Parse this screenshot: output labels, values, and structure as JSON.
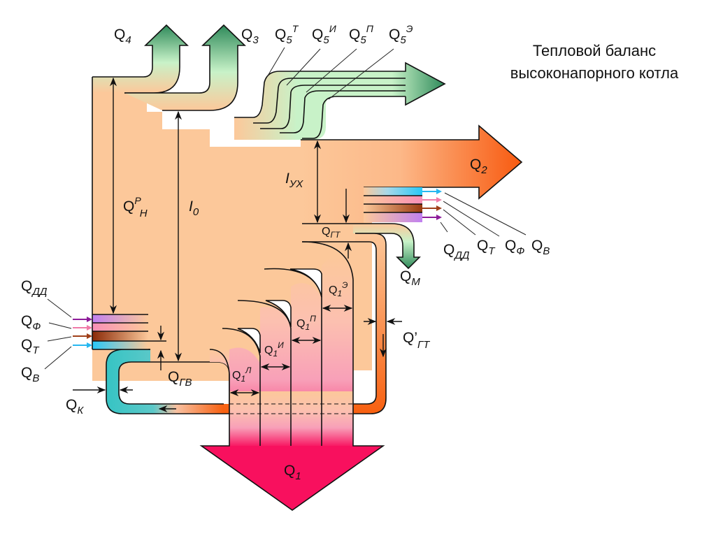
{
  "title": {
    "line1": "Тепловой баланс",
    "line2": "высоконапорного котла"
  },
  "colors": {
    "fuel_body": "#fcc89a",
    "loss_green_dark": "#2f8a5a",
    "loss_green_light": "#c8f2c8",
    "flue_orange": "#f86a1e",
    "useful_pink": "#f8105e",
    "gas_turbine_orange": "#f97a2a",
    "air_cyan": "#36c4c4",
    "stream_ddd": "#8e1c9a",
    "stream_f": "#f07aa8",
    "stream_t": "#a0401a",
    "stream_v": "#28b8f0"
  },
  "labels": {
    "Q4": {
      "main": "Q",
      "sub": "4"
    },
    "Q3": {
      "main": "Q",
      "sub": "3"
    },
    "Q5T": {
      "main": "Q",
      "sub": "5",
      "sup": "Т"
    },
    "Q5I": {
      "main": "Q",
      "sub": "5",
      "sup": "И"
    },
    "Q5P": {
      "main": "Q",
      "sub": "5",
      "sup": "П"
    },
    "Q5E": {
      "main": "Q",
      "sub": "5",
      "sup": "Э"
    },
    "Q2": {
      "main": "Q",
      "sub": "2"
    },
    "IUX": {
      "main": "I",
      "sub": "УХ"
    },
    "QPH": {
      "main": "Q",
      "sup": "Р",
      "sub": "Н"
    },
    "I0": {
      "main": "I",
      "sub": "0"
    },
    "QGT": {
      "main": "Q",
      "sub": "ГТ"
    },
    "QM": {
      "main": "Q",
      "sub": "М"
    },
    "QDD_right": {
      "main": "Q",
      "sub": "ДД"
    },
    "QT_right": {
      "main": "Q",
      "sub": "Т"
    },
    "QF_right": {
      "main": "Q",
      "sub": "Ф"
    },
    "QV_right": {
      "main": "Q",
      "sub": "В"
    },
    "QDD_left": {
      "main": "Q",
      "sub": "ДД"
    },
    "QF_left": {
      "main": "Q",
      "sub": "Ф"
    },
    "QT_left": {
      "main": "Q",
      "sub": "Т"
    },
    "QV_left": {
      "main": "Q",
      "sub": "В"
    },
    "QK": {
      "main": "Q",
      "sub": "К"
    },
    "QGV": {
      "main": "Q",
      "sub": "ГВ"
    },
    "Q1L": {
      "main": "Q",
      "sub": "1",
      "sup": "Л"
    },
    "Q1I": {
      "main": "Q",
      "sub": "1",
      "sup": "И"
    },
    "Q1P": {
      "main": "Q",
      "sub": "1",
      "sup": "П"
    },
    "Q1E": {
      "main": "Q",
      "sub": "1",
      "sup": "Э"
    },
    "QpGT": {
      "main": "Q’",
      "sub": "ГТ"
    },
    "Q1": {
      "main": "Q",
      "sub": "1"
    }
  }
}
